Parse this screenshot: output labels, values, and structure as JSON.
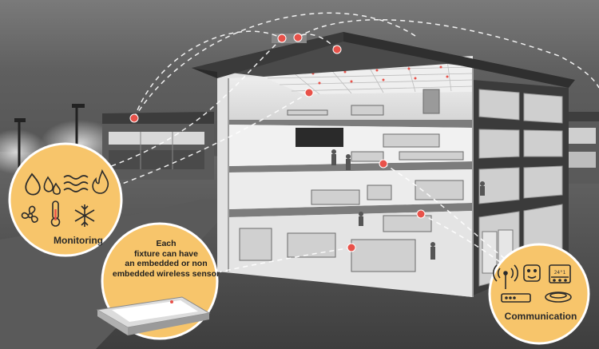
{
  "callouts": {
    "monitoring": {
      "label": "Monitoring",
      "icons": [
        "water-drop-icon",
        "humidity-icon",
        "wind-icon",
        "flame-icon",
        "fan-icon",
        "thermometer-icon",
        "snowflake-icon"
      ]
    },
    "fixture": {
      "lines": [
        "Each",
        "fixture can have",
        "an embedded or non",
        "embedded wireless sensor"
      ]
    },
    "communication": {
      "label": "Communication",
      "icons": [
        "wireless-antenna-icon",
        "smart-plug-icon",
        "thermostat-icon",
        "router-icon",
        "smart-speaker-icon"
      ],
      "thermostat_display": "24°1"
    }
  },
  "colors": {
    "sensor_red": "#e8524a",
    "callout_fill": "#f7c56b",
    "callout_stroke": "#ffffff",
    "icon_stroke": "#2b2b2b",
    "connection_line": "#ffffff"
  }
}
